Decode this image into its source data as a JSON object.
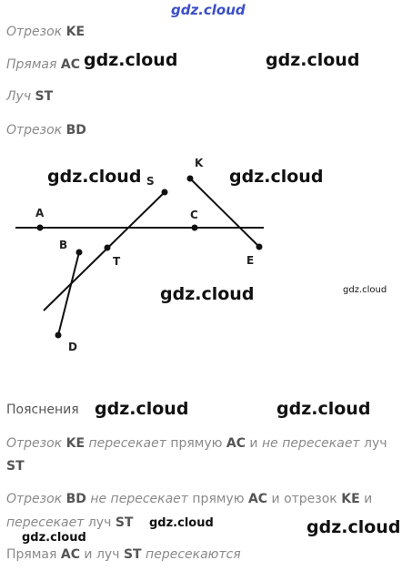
{
  "watermark": "gdz.cloud",
  "definitions": [
    {
      "kind": "Отрезок",
      "name": "KE"
    },
    {
      "kind": "Прямая",
      "name": "AC"
    },
    {
      "kind": "Луч",
      "name": "ST"
    },
    {
      "kind": "Отрезок",
      "name": "BD"
    }
  ],
  "points": {
    "A": "A",
    "B": "B",
    "C": "C",
    "D": "D",
    "E": "E",
    "K": "K",
    "S": "S",
    "T": "T"
  },
  "explanations": {
    "heading": "Пояснения",
    "line1": {
      "kind": "Отрезок",
      "name": "KE",
      "verb": "пересекает",
      "obj1": "прямую",
      "obj1_name": "AC",
      "conj": "и",
      "verb2": "не пересекает",
      "obj2": "луч",
      "obj2_name": "ST"
    },
    "line2": {
      "kind": "Отрезок",
      "name": "BD",
      "verb": "не пересекает",
      "obj1": "прямую",
      "obj1_name": "AC",
      "conj": "и",
      "obj2": "отрезок",
      "obj2_name": "KE",
      "verb2": "пересекает",
      "obj3": "луч",
      "obj3_name": "ST"
    },
    "line3": {
      "kind": "Прямая",
      "name": "AC",
      "conj": "и",
      "obj": "луч",
      "obj_name": "ST",
      "verb": "пересекаются"
    }
  }
}
